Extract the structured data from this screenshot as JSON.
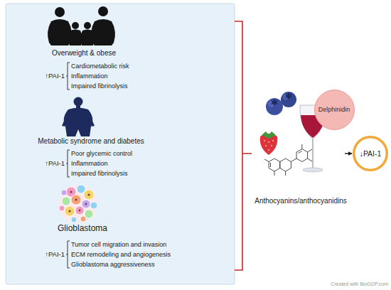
{
  "diagram": {
    "nodes": [
      {
        "text": [
          "Anthocyanins/anthocyanidins"
        ]
      },
      {
        "text": [
          "Delphinidin"
        ],
        "in": 0
      },
      {
        "text": [
          "↓PAI-1"
        ]
      }
    ],
    "edges": [
      {
        "from": 0,
        "to": 2,
        "arrow": "to"
      }
    ],
    "labels": [
      "Overweight & obese",
      "↑PAI-1",
      "Cardiometabolic risk",
      "Inflammation",
      "Impaired fibrinolysis",
      "Metabolic syndrome and diabetes",
      "↑PAI-1",
      "Poor glycemic control",
      "Inflammation",
      "Impaired fibrinolysis",
      "Glioblastoma",
      "↑PAI-1",
      "Tumor cell migration and invasion",
      "ECM remodeling and angiogenesis",
      "Glioblastoma aggressiveness",
      "Created with BioGDP.com"
    ]
  }
}
